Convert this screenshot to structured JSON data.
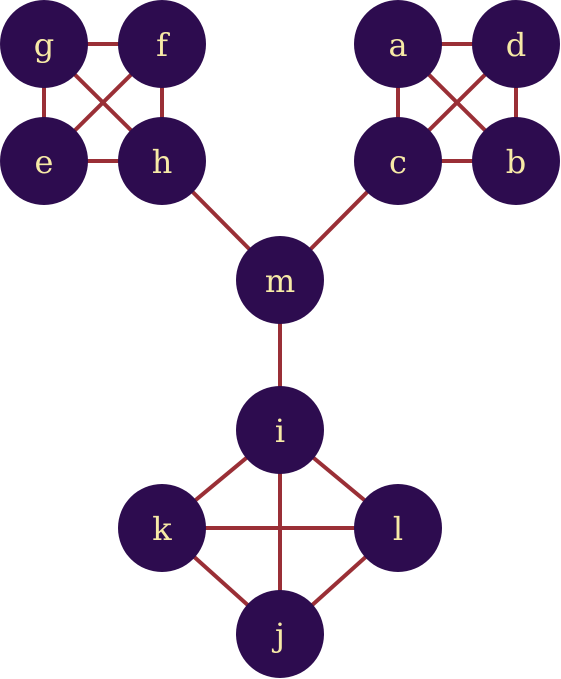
{
  "colors": {
    "node_fill": "#2d0c4f",
    "edge": "#9a2f36",
    "label": "#f7eaa6",
    "background": "#ffffff"
  },
  "nodes": [
    {
      "id": "g",
      "label": "g"
    },
    {
      "id": "f",
      "label": "f"
    },
    {
      "id": "e",
      "label": "e"
    },
    {
      "id": "h",
      "label": "h"
    },
    {
      "id": "a",
      "label": "a"
    },
    {
      "id": "d",
      "label": "d"
    },
    {
      "id": "c",
      "label": "c"
    },
    {
      "id": "b",
      "label": "b"
    },
    {
      "id": "m",
      "label": "m"
    },
    {
      "id": "i",
      "label": "i"
    },
    {
      "id": "k",
      "label": "k"
    },
    {
      "id": "l",
      "label": "l"
    },
    {
      "id": "j",
      "label": "j"
    }
  ],
  "edges": [
    [
      "g",
      "f"
    ],
    [
      "g",
      "e"
    ],
    [
      "g",
      "h"
    ],
    [
      "f",
      "e"
    ],
    [
      "f",
      "h"
    ],
    [
      "e",
      "h"
    ],
    [
      "a",
      "d"
    ],
    [
      "a",
      "c"
    ],
    [
      "a",
      "b"
    ],
    [
      "d",
      "c"
    ],
    [
      "d",
      "b"
    ],
    [
      "c",
      "b"
    ],
    [
      "h",
      "m"
    ],
    [
      "c",
      "m"
    ],
    [
      "m",
      "i"
    ],
    [
      "i",
      "k"
    ],
    [
      "i",
      "l"
    ],
    [
      "i",
      "j"
    ],
    [
      "k",
      "l"
    ],
    [
      "k",
      "j"
    ],
    [
      "l",
      "j"
    ]
  ]
}
